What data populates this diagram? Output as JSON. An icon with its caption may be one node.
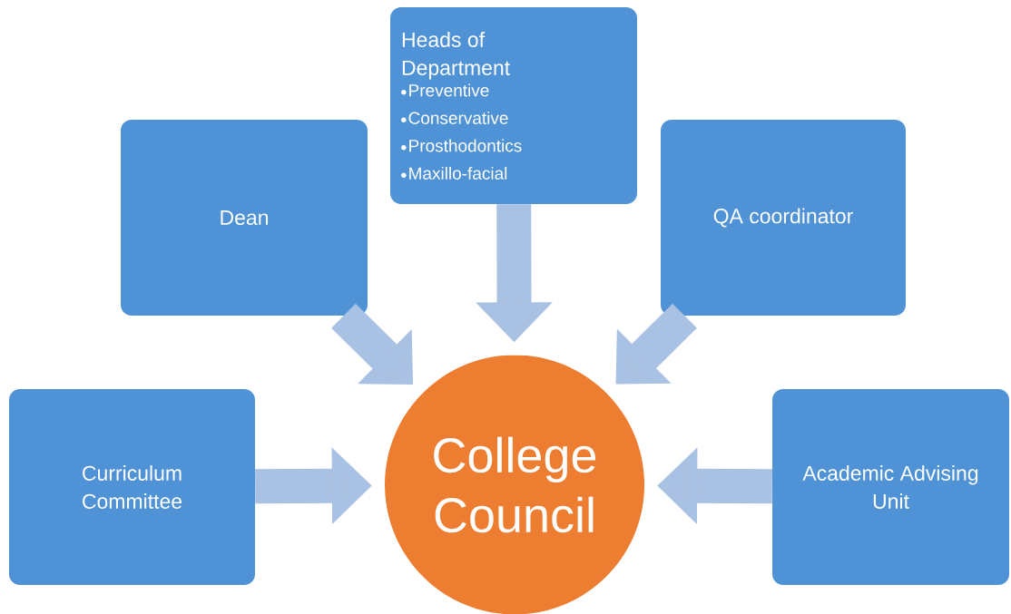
{
  "diagram": {
    "nodes": [
      {
        "text": [
          "Heads of Department",
          "Preventive",
          "Conservative",
          "Prosthodontics",
          "Maxillo-facial"
        ]
      },
      {
        "text": [
          "Dean"
        ]
      },
      {
        "text": [
          "QA coordinator"
        ]
      },
      {
        "text": [
          "Curriculum Committee"
        ]
      },
      {
        "text": [
          "College Council"
        ]
      },
      {
        "text": [
          "Academic Advising Unit"
        ]
      }
    ],
    "edges": [
      {
        "from": 1,
        "to": 4,
        "arrow": "to"
      },
      {
        "from": 0,
        "to": 4,
        "arrow": "to"
      },
      {
        "from": 2,
        "to": 4,
        "arrow": "to"
      },
      {
        "from": 3,
        "to": 4,
        "arrow": "to"
      },
      {
        "from": 5,
        "to": 4,
        "arrow": "to"
      }
    ]
  }
}
